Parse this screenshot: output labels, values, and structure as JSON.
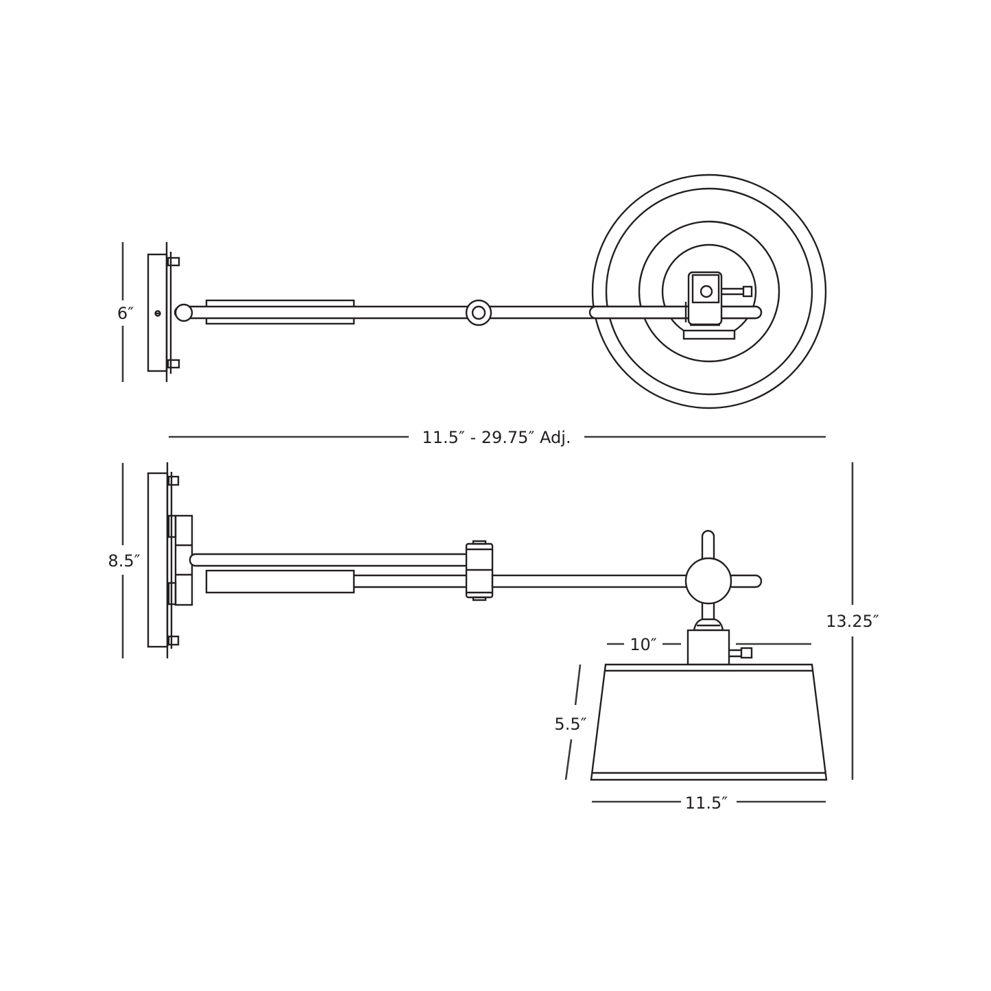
{
  "diagram": {
    "subject": "swing-arm wall lamp dimension drawing",
    "line_color": "#231f20",
    "background": "#ffffff",
    "views": {
      "top_view": {
        "backplate_height_label": "6″"
      },
      "side_view": {
        "backplate_height_label": "8.5″",
        "overall_height_label": "13.25″",
        "shade_top_width_label": "10″",
        "shade_height_label": "5.5″",
        "shade_bottom_width_label": "11.5″"
      }
    },
    "extension_label": "11.5″ - 29.75″ Adj."
  }
}
